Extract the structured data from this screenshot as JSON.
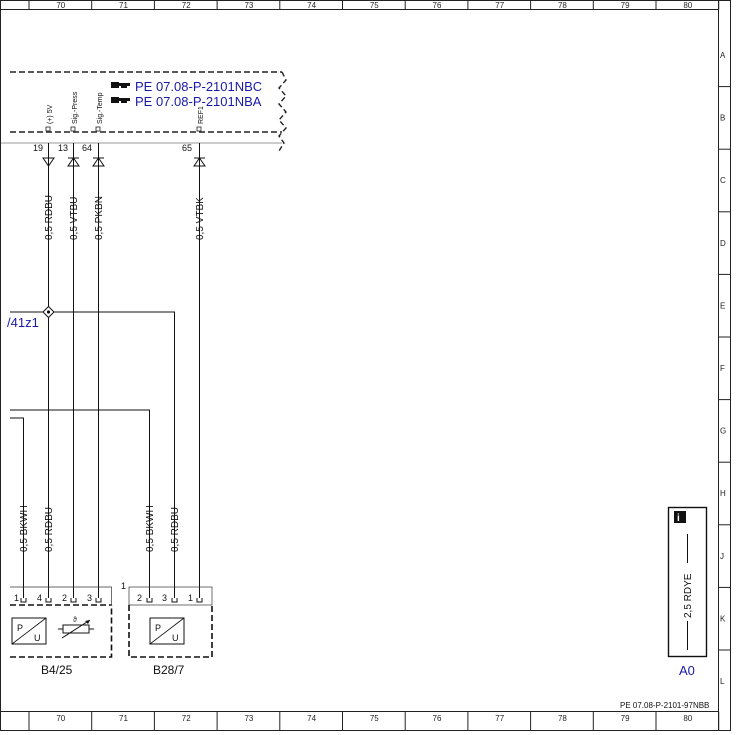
{
  "columns": [
    "70",
    "71",
    "72",
    "73",
    "74",
    "75",
    "76",
    "77",
    "78",
    "79",
    "80"
  ],
  "rows": [
    "A",
    "B",
    "C",
    "D",
    "E",
    "F",
    "G",
    "H",
    "J",
    "K",
    "L"
  ],
  "refs": [
    "PE 07.08-P-2101NBC",
    "PE 07.08-P-2101NBA"
  ],
  "connector_pins": [
    {
      "num": "19",
      "signal": "(+) 5V",
      "wire": "0,5 RDBU"
    },
    {
      "num": "13",
      "signal": "Sig.-Press",
      "wire": "0,5 VTBU"
    },
    {
      "num": "64",
      "signal": "Sig.-Temp",
      "wire": "0,5 PKBN"
    },
    {
      "num": "65",
      "signal": "REF1",
      "wire": "0,5 VTBK"
    }
  ],
  "splice_label": "/41z1",
  "lower_wires": [
    "0,5 BKWH",
    "0,5 RDBU",
    "0,5 BKWH",
    "0,5 RDBU"
  ],
  "b425": {
    "label": "B4/25",
    "pins": [
      "1",
      "4",
      "2",
      "3"
    ],
    "pu": [
      "P",
      "U"
    ],
    "temp_symbol": "ϑ"
  },
  "b287": {
    "label": "B28/7",
    "pins": [
      "2",
      "3",
      "1"
    ],
    "pu": [
      "P",
      "U"
    ],
    "index": "1"
  },
  "ground": {
    "wire": "2,5 RDYE",
    "point": "A0",
    "info_icon": "i"
  },
  "footer": "PE 07.08-P-2101-97NBB"
}
